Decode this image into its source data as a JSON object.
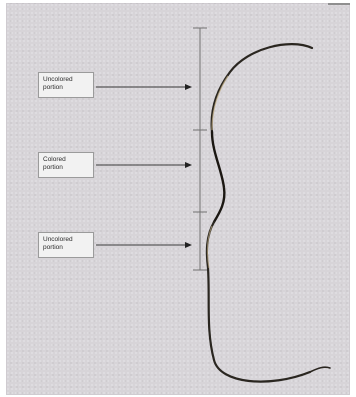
{
  "labels": [
    {
      "id": "top",
      "text": "Uncolored\nportion"
    },
    {
      "id": "mid",
      "text": "Colored\nportion"
    },
    {
      "id": "bot",
      "text": "Uncolored\nportion"
    }
  ]
}
